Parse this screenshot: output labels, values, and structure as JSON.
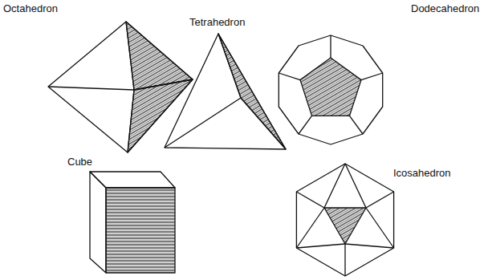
{
  "diagram": {
    "labels": [
      "Octahedron",
      "Tetrahedron",
      "Dodecahedron",
      "Cube",
      "Icosahedron"
    ]
  }
}
